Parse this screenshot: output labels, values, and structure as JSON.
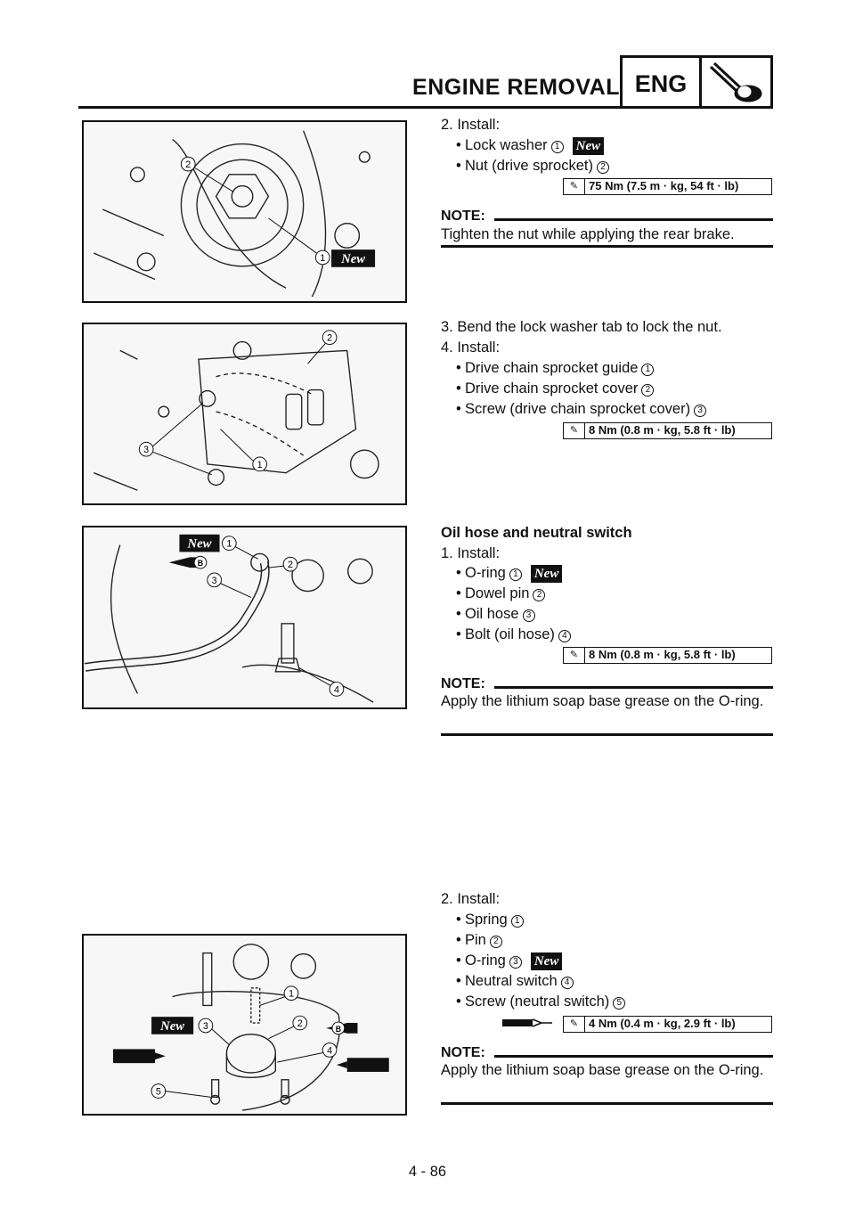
{
  "header": {
    "title": "ENGINE REMOVAL",
    "badge": "ENG",
    "icon": "wrench-engine-icon"
  },
  "figures": {
    "fig1": {
      "callouts": [
        "1",
        "2"
      ],
      "new_tag": "New"
    },
    "fig2": {
      "callouts": [
        "1",
        "2",
        "3"
      ]
    },
    "fig3": {
      "callouts": [
        "1",
        "2",
        "3",
        "4"
      ],
      "new_tag": "New",
      "grease_tag": "B"
    },
    "fig4": {
      "callouts": [
        "1",
        "2",
        "3",
        "4",
        "5"
      ],
      "new_tag": "New",
      "grease_tag": "B"
    }
  },
  "section1": {
    "step": "2. Install:",
    "items": [
      {
        "text": "Lock washer",
        "num": "1",
        "new": "New"
      },
      {
        "text": "Nut (drive sprocket)",
        "num": "2"
      }
    ],
    "torque": "75 Nm (7.5 m · kg, 54 ft · lb)",
    "note_label": "NOTE:",
    "note_text": "Tighten the nut while applying the rear brake."
  },
  "section2": {
    "step3": "3. Bend the lock washer tab to lock the nut.",
    "step4": "4. Install:",
    "items": [
      {
        "text": "Drive chain sprocket guide",
        "num": "1"
      },
      {
        "text": "Drive chain sprocket cover",
        "num": "2"
      },
      {
        "text": "Screw (drive chain sprocket cover)",
        "num": "3"
      }
    ],
    "torque": "8 Nm (0.8 m · kg, 5.8 ft · lb)"
  },
  "section3": {
    "heading": "Oil hose and neutral switch",
    "step": "1. Install:",
    "items": [
      {
        "text": "O-ring",
        "num": "1",
        "new": "New"
      },
      {
        "text": "Dowel pin",
        "num": "2"
      },
      {
        "text": "Oil hose",
        "num": "3"
      },
      {
        "text": "Bolt (oil hose)",
        "num": "4"
      }
    ],
    "torque": "8 Nm (0.8 m · kg, 5.8 ft · lb)",
    "note_label": "NOTE:",
    "note_text": "Apply the lithium soap base grease on the O-ring."
  },
  "section4": {
    "step": "2. Install:",
    "items": [
      {
        "text": "Spring",
        "num": "1"
      },
      {
        "text": "Pin",
        "num": "2"
      },
      {
        "text": "O-ring",
        "num": "3",
        "new": "New"
      },
      {
        "text": "Neutral switch",
        "num": "4"
      },
      {
        "text": "Screw (neutral switch)",
        "num": "5"
      }
    ],
    "torque": "4 Nm (0.4 m · kg, 2.9 ft · lb)",
    "note_label": "NOTE:",
    "note_text": "Apply the lithium soap base grease on the O-ring."
  },
  "footer": {
    "page": "4 - 86"
  }
}
